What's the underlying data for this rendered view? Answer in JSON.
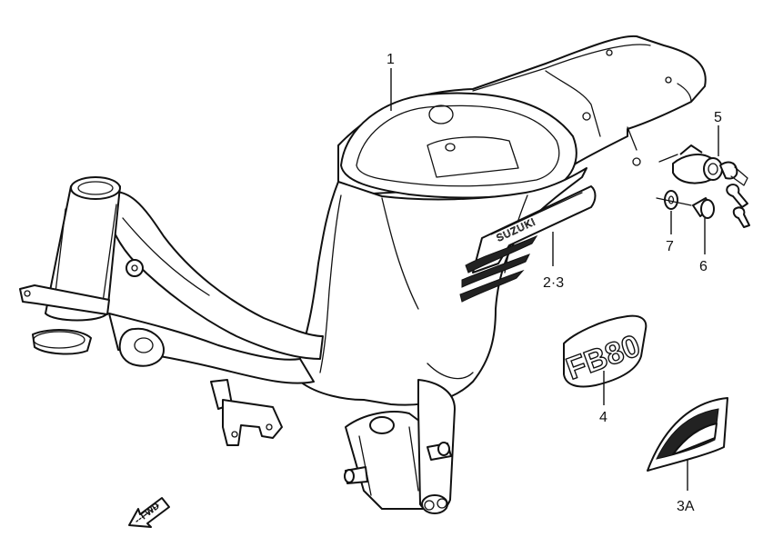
{
  "callouts": {
    "frame": "1",
    "side_stripe": "2·3",
    "side_stripe_alt": "3A",
    "emblem": "4",
    "lock": "5",
    "bolt": "6",
    "washer": "7"
  },
  "decals": {
    "brand": "SUZUKI",
    "model_emblem": "FB80"
  },
  "direction_marker": {
    "label": "FWD"
  }
}
